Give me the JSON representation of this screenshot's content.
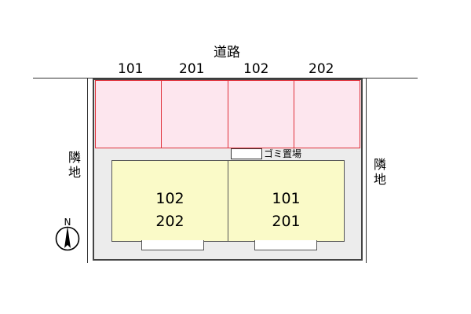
{
  "road": {
    "label": "道路"
  },
  "parking_labels": [
    "101",
    "201",
    "102",
    "202"
  ],
  "neighbor": {
    "left": "隣地",
    "right": "隣地"
  },
  "garbage": {
    "label": "ゴミ置場"
  },
  "buildings": {
    "left": {
      "top": "102",
      "bottom": "202"
    },
    "right": {
      "top": "101",
      "bottom": "201"
    }
  },
  "compass": {
    "label": "N"
  },
  "colors": {
    "parking_fill": "#fde6ee",
    "parking_line": "#e0303a",
    "building_fill": "#fafac8",
    "lot_fill": "#ececec"
  }
}
